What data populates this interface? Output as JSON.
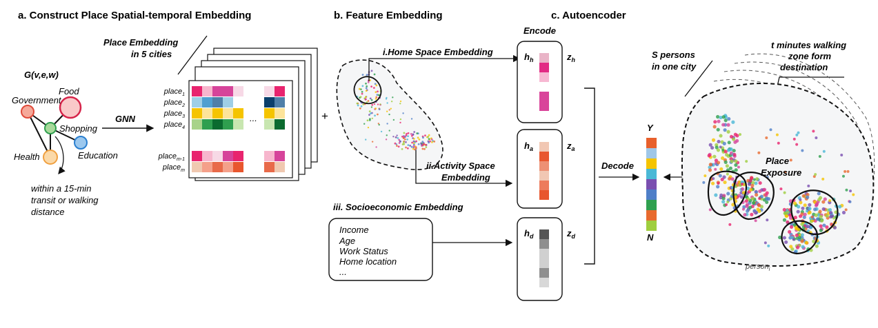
{
  "sections": {
    "a": "a. Construct Place Spatial-temporal Embedding",
    "b": "b. Feature Embedding",
    "c": "c. Autoencoder"
  },
  "graph": {
    "title": "G(v,e,w)",
    "nodes": [
      "Government",
      "Food",
      "Shopping",
      "Health",
      "Education"
    ],
    "note": [
      "within a 15-min",
      "transit or walking",
      "distance"
    ],
    "node_colors": [
      "#f5a99a",
      "#f9c9c9",
      "#a8d99b",
      "#fbd9a8",
      "#9cc8ee"
    ]
  },
  "gnn": "GNN",
  "place_embedding": {
    "title": [
      "Place Embedding",
      "in 5 cities"
    ],
    "rows": [
      "place1",
      "place2",
      "place3",
      "place4",
      "placem-1",
      "placem"
    ],
    "ellipsis": "...",
    "row_colors": [
      [
        "#e8246e",
        "#f7b6cd",
        "#d6449a",
        "#d6449a",
        "#f7d9e6",
        "#ffffff",
        "#f7d9e6",
        "#e8246e"
      ],
      [
        "#9fcfe6",
        "#4f9fd0",
        "#4f7fa8",
        "#9fcfe6",
        "#ffffff",
        "#ffffff",
        "#0b3f6b",
        "#4f7fa8"
      ],
      [
        "#f5c400",
        "#fde49a",
        "#f5c400",
        "#fde49a",
        "#f5c400",
        "#ffffff",
        "#f5c400",
        "#fde49a"
      ],
      [
        "#a8d38a",
        "#2f9f4f",
        "#0b6b2f",
        "#2f9f4f",
        "#c8e6b0",
        "#ffffff",
        "#c8e6b0",
        "#0b6b2f"
      ],
      [
        "#e8246e",
        "#f7b6cd",
        "#f7d9e6",
        "#d6449a",
        "#e8246e",
        "#ffffff",
        "#f7b6cd",
        "#d6449a"
      ],
      [
        "#f0c8b0",
        "#f4a08a",
        "#e86a4a",
        "#f4a08a",
        "#e8562e",
        "#ffffff",
        "#e86a4a",
        "#f0c8b0"
      ]
    ]
  },
  "plus": "+",
  "feature": {
    "home": "i.Home Space Embedding",
    "activity": [
      "ii.Activity Space",
      "Embedding"
    ],
    "socio_title": "iii. Socioeconomic Embedding",
    "socio_items": [
      "Income",
      "Age",
      "Work Status",
      "Home location",
      "..."
    ]
  },
  "encode": "Encode",
  "decode": "Decode",
  "vectors": [
    {
      "h": "h",
      "sub": "h",
      "z": "z",
      "zsub": "h",
      "cells": [
        "#e9b4c7",
        "#e22b84",
        "#f7b8d2",
        "#ffffff",
        "#d9449a",
        "#d9449a"
      ]
    },
    {
      "h": "h",
      "sub": "a",
      "z": "z",
      "zsub": "a",
      "cells": [
        "#f1c7b3",
        "#e8562e",
        "#ed9074",
        "#f1c7b3",
        "#ed7b5c",
        "#e8562e"
      ]
    },
    {
      "h": "h",
      "sub": "d",
      "z": "z",
      "zsub": "d",
      "cells": [
        "#555555",
        "#8f8f8f",
        "#d0d0d0",
        "#d0d0d0",
        "#8f8f8f",
        "#d8d8d8"
      ]
    }
  ],
  "output": {
    "top": "Y",
    "bottom": "N",
    "cells": [
      "#e8602c",
      "#9fc7e8",
      "#f5c400",
      "#4ab8d6",
      "#7a4fb0",
      "#4f7fc8",
      "#2fa04f",
      "#e86a2e",
      "#9fce3e"
    ]
  },
  "right": {
    "persons": [
      "S persons",
      "in one city"
    ],
    "walking": [
      "t minutes walking",
      "zone form",
      "destination"
    ],
    "exposure": [
      "Place",
      "Exposure"
    ],
    "person": "person",
    "person_sub": "i"
  }
}
